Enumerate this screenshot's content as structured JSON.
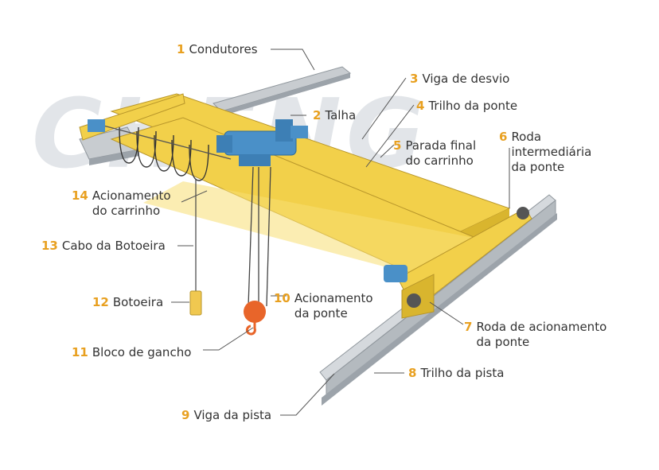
{
  "watermark": {
    "text": "CHENG",
    "color": "#d9dde2"
  },
  "colors": {
    "beam": "#F2D04A",
    "beam_dark": "#D9B52E",
    "motor": "#4A90C8",
    "rail": "#C8CCD0",
    "rail_dark": "#9CA3AA",
    "hook": "#E8652A",
    "pendant": "#F0C850",
    "number": "#E8A020",
    "text": "#333333"
  },
  "labels": [
    {
      "num": "1",
      "text": "Condutores"
    },
    {
      "num": "2",
      "text": "Talha"
    },
    {
      "num": "3",
      "text": "Viga de desvio"
    },
    {
      "num": "4",
      "text": "Trilho da ponte"
    },
    {
      "num": "5",
      "text": "Parada final\ndo carrinho"
    },
    {
      "num": "6",
      "text": "Roda\nintermediária\nda ponte"
    },
    {
      "num": "7",
      "text": "Roda de acionamento\nda ponte"
    },
    {
      "num": "8",
      "text": "Trilho da pista"
    },
    {
      "num": "9",
      "text": "Viga da pista"
    },
    {
      "num": "10",
      "text": "Acionamento\nda ponte"
    },
    {
      "num": "11",
      "text": "Bloco de gancho"
    },
    {
      "num": "12",
      "text": "Botoeira"
    },
    {
      "num": "13",
      "text": "Cabo da Botoeira"
    },
    {
      "num": "14",
      "text": "Acionamento\ndo carrinho"
    }
  ]
}
